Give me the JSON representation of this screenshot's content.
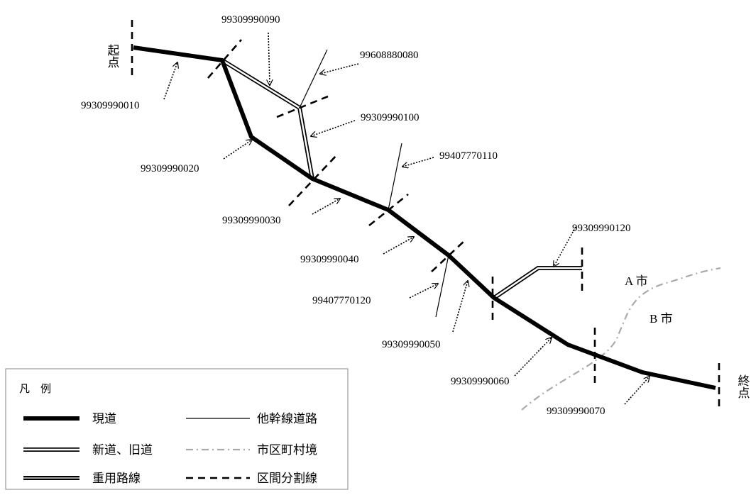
{
  "start_label": "起点",
  "end_label": "終点",
  "city_a": "A 市",
  "city_b": "B 市",
  "segment_ids": [
    "99309990010",
    "99309990020",
    "99309990030",
    "99309990040",
    "99309990050",
    "99309990060",
    "99309990070",
    "99309990090",
    "99309990100",
    "99309990120",
    "99407770110",
    "99407770120",
    "99608880080"
  ],
  "legend": {
    "title": "凡　例",
    "items": [
      {
        "key": "current",
        "label": "現道"
      },
      {
        "key": "new_old",
        "label": "新道、旧道"
      },
      {
        "key": "overlap",
        "label": "重用路線"
      },
      {
        "key": "other_trunk",
        "label": "他幹線道路"
      },
      {
        "key": "boundary",
        "label": "市区町村境"
      },
      {
        "key": "division",
        "label": "区間分割線"
      }
    ]
  },
  "colors": {
    "line": "#000000",
    "boundary": "#aaaaaa",
    "legend_border": "#999999"
  }
}
